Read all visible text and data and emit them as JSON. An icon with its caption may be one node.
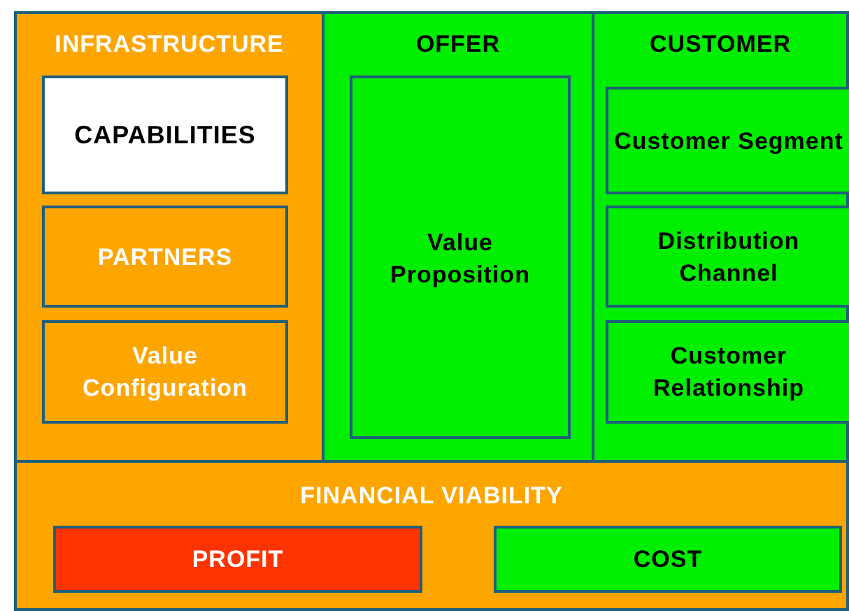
{
  "diagram": {
    "nodes": [
      {
        "text": [
          "INFRASTRUCTURE"
        ]
      },
      {
        "text": [
          "CAPABILITIES"
        ],
        "in": 0
      },
      {
        "text": [
          "PARTNERS"
        ],
        "in": 0
      },
      {
        "text": [
          "Value Configuration"
        ],
        "in": 0
      },
      {
        "text": [
          "OFFER"
        ]
      },
      {
        "text": [
          "Value Proposition"
        ],
        "in": 4
      },
      {
        "text": [
          "CUSTOMER"
        ]
      },
      {
        "text": [
          "Customer Segment"
        ],
        "in": 6
      },
      {
        "text": [
          "Distribution Channel"
        ],
        "in": 6
      },
      {
        "text": [
          "Customer Relationship"
        ],
        "in": 6
      },
      {
        "text": [
          "FINANCIAL VIABILITY"
        ]
      },
      {
        "text": [
          "PROFIT"
        ],
        "in": 10
      },
      {
        "text": [
          "COST"
        ],
        "in": 10
      }
    ]
  }
}
